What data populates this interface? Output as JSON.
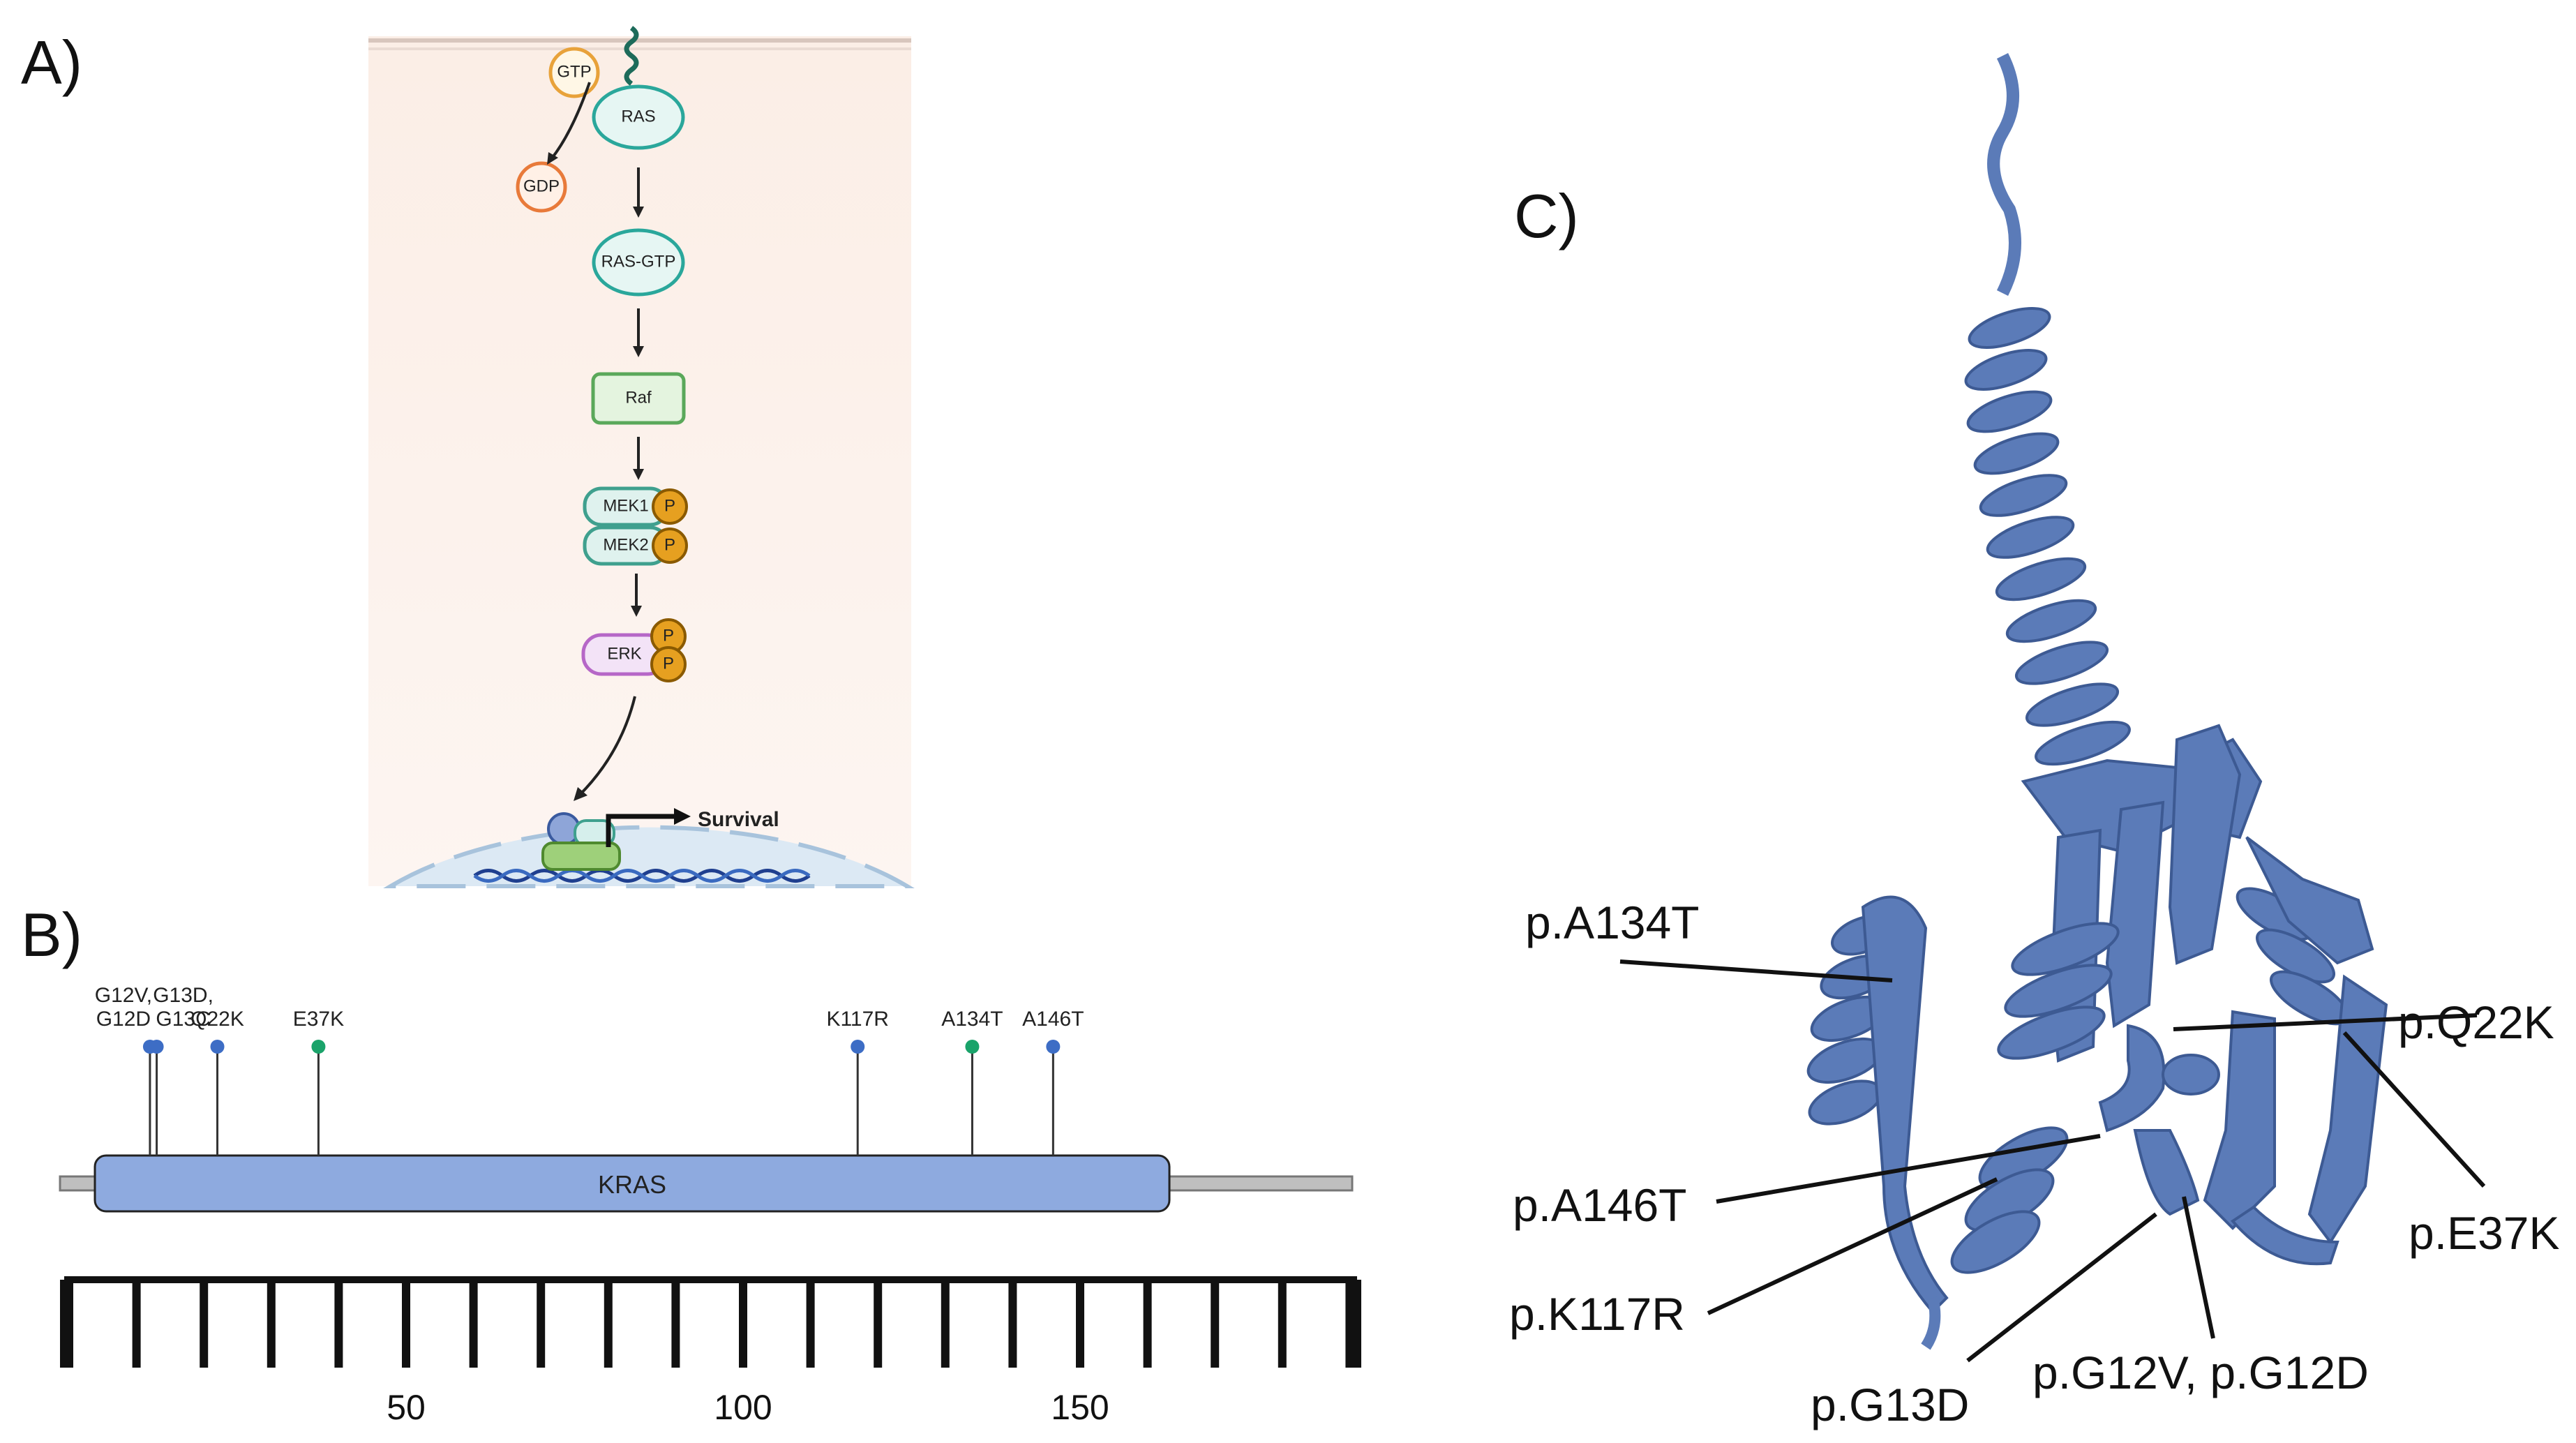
{
  "panels": {
    "a": "A)",
    "b": "B)",
    "c": "C)"
  },
  "pathway": {
    "gtp": "GTP",
    "ras": "RAS",
    "gdp": "GDP",
    "ras_gtp": "RAS-GTP",
    "raf": "Raf",
    "mek1": "MEK1",
    "mek2": "MEK2",
    "erk": "ERK",
    "p": "P",
    "survival": "Survival",
    "colors": {
      "ras": "#2aa79b",
      "gtp": "#e8a23a",
      "gdp": "#e87a3a",
      "raf": "#5aa85a",
      "mek": "#3fa08e",
      "phospho": "#d08a10",
      "erk": "#b667c7",
      "nucleus": "#d8e8f5"
    }
  },
  "lollipop": {
    "protein": "KRAS",
    "mutation_labels": [
      {
        "lines": [
          "G12V,",
          "G12D"
        ],
        "color": "#3d6dc5"
      },
      {
        "lines": [
          "G13D,",
          "G13C"
        ],
        "color": "#3d6dc5"
      },
      {
        "lines": [
          "Q22K"
        ],
        "color": "#3d6dc5"
      },
      {
        "lines": [
          "E37K"
        ],
        "color": "#1aa36a"
      },
      {
        "lines": [
          "K117R"
        ],
        "color": "#3d6dc5"
      },
      {
        "lines": [
          "A134T"
        ],
        "color": "#1aa36a"
      },
      {
        "lines": [
          "A146T"
        ],
        "color": "#3d6dc5"
      }
    ],
    "positions": [
      12,
      13,
      22,
      37,
      117,
      134,
      146
    ],
    "axis_ticks": [
      "50",
      "100",
      "150"
    ],
    "colors": {
      "domain": "#8eaadf",
      "backbone": "#bfbfbf"
    }
  },
  "structure": {
    "labels": {
      "a134t": "p.A134T",
      "q22k": "p.Q22K",
      "a146t": "p.A146T",
      "e37k": "p.E37K",
      "k117r": "p.K117R",
      "g13d": "p.G13D",
      "g12": "p.G12V, p.G12D"
    },
    "color": "#5b7bb8"
  }
}
